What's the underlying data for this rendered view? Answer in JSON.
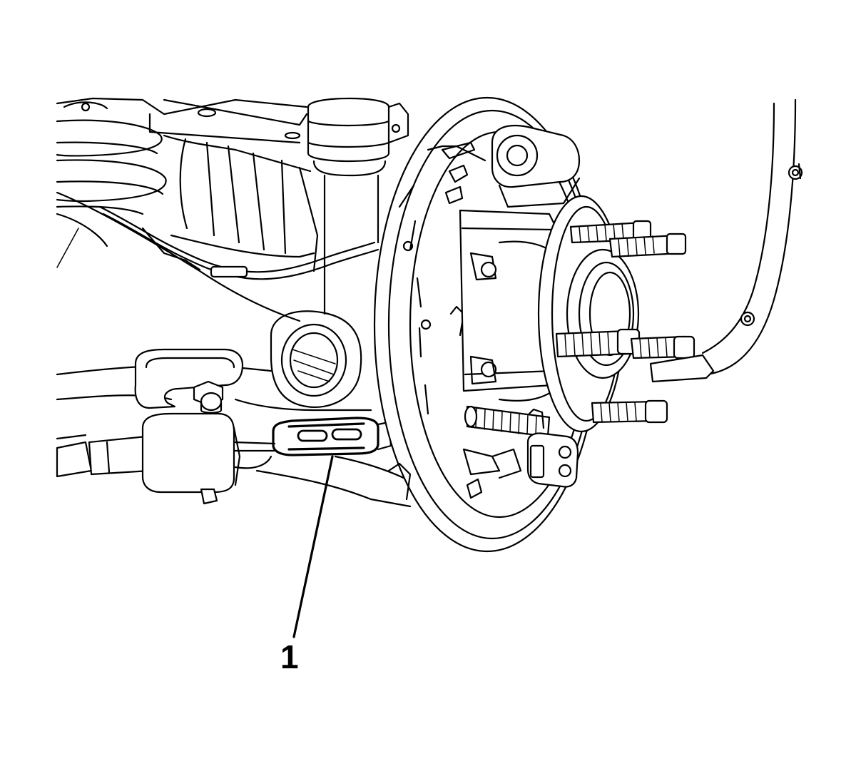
{
  "figure": {
    "callouts": [
      {
        "id": "callout-1",
        "label": "1",
        "target": "parking-brake-cable-connector"
      }
    ],
    "ink_color": "#000000",
    "background_color": "#ffffff"
  }
}
